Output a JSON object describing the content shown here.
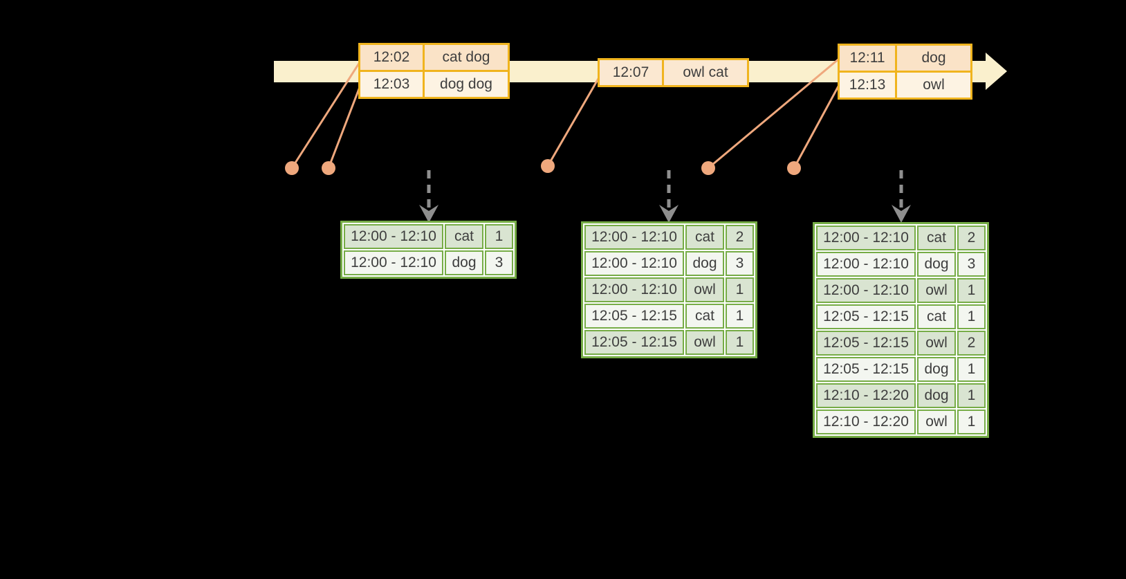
{
  "colors": {
    "background": "#000000",
    "timeline_band": "#faf0cd",
    "event_table_border": "#f0b41e",
    "event_row_peach": "#fae3c7",
    "event_row_mid": "#fbe8d1",
    "event_row_cream": "#fdf3e3",
    "connector_salmon": "#efa87d",
    "trigger_arrow_gray": "#8f8f8f",
    "result_table_border": "#76ac46",
    "result_row_dark": "#d9e4d1",
    "result_row_light": "#f3f6f0",
    "text": "#3e3e3e"
  },
  "timeline": {
    "event_tables": [
      {
        "rows": [
          {
            "time": "12:02",
            "words": "cat dog"
          },
          {
            "time": "12:03",
            "words": "dog dog"
          }
        ]
      },
      {
        "rows": [
          {
            "time": "12:07",
            "words": "owl cat"
          }
        ]
      },
      {
        "rows": [
          {
            "time": "12:11",
            "words": "dog"
          },
          {
            "time": "12:13",
            "words": "owl"
          }
        ]
      }
    ]
  },
  "result_tables": [
    {
      "rows": [
        {
          "window": "12:00 - 12:10",
          "word": "cat",
          "count": "1"
        },
        {
          "window": "12:00 - 12:10",
          "word": "dog",
          "count": "3"
        }
      ]
    },
    {
      "rows": [
        {
          "window": "12:00 - 12:10",
          "word": "cat",
          "count": "2"
        },
        {
          "window": "12:00 - 12:10",
          "word": "dog",
          "count": "3"
        },
        {
          "window": "12:00 - 12:10",
          "word": "owl",
          "count": "1"
        },
        {
          "window": "12:05 - 12:15",
          "word": "cat",
          "count": "1"
        },
        {
          "window": "12:05 - 12:15",
          "word": "owl",
          "count": "1"
        }
      ]
    },
    {
      "rows": [
        {
          "window": "12:00 - 12:10",
          "word": "cat",
          "count": "2"
        },
        {
          "window": "12:00 - 12:10",
          "word": "dog",
          "count": "3"
        },
        {
          "window": "12:00 - 12:10",
          "word": "owl",
          "count": "1"
        },
        {
          "window": "12:05 - 12:15",
          "word": "cat",
          "count": "1"
        },
        {
          "window": "12:05 - 12:15",
          "word": "owl",
          "count": "2"
        },
        {
          "window": "12:05 - 12:15",
          "word": "dog",
          "count": "1"
        },
        {
          "window": "12:10 - 12:20",
          "word": "dog",
          "count": "1"
        },
        {
          "window": "12:10 - 12:20",
          "word": "owl",
          "count": "1"
        }
      ]
    }
  ]
}
